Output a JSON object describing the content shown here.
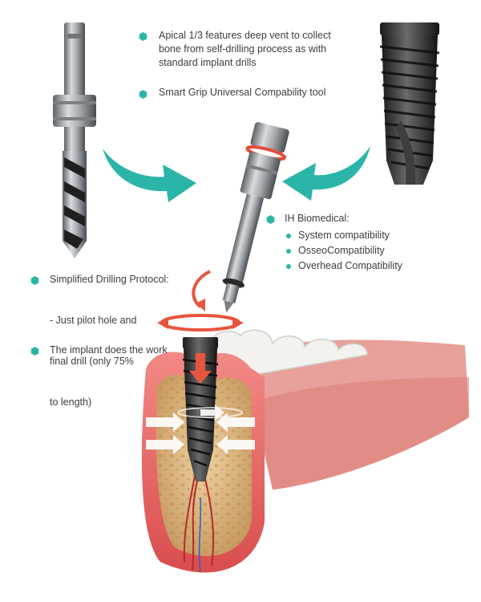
{
  "colors": {
    "accent": "#2bb5a8",
    "arrow_red": "#e8553e",
    "gum": "#e46a6a",
    "bone": "#d8b07a",
    "metal": "#8f9498",
    "implant_dark": "#2b2b2b"
  },
  "icons": {
    "bullet": "hexagon-bullet-icon",
    "sub_bullet": "dot-bullet-icon"
  },
  "features": {
    "apical_lines": [
      "Apical 1/3  features deep vent to collect",
      "bone from self-drilling process as with",
      "standard implant drills"
    ],
    "smart_grip": "Smart Grip Universal Compability tool"
  },
  "ih_biomedical": {
    "title": "IH Biomedical:",
    "items": [
      "System compatibility",
      "OsseoCompatibility",
      "Overhead Compatibility"
    ]
  },
  "protocol": {
    "title": "Simplified Drilling Protocol:",
    "lines": [
      "- Just pilot hole and",
      "  final drill (only 75%",
      "  to length)"
    ],
    "implant_note": "The implant does the work"
  }
}
